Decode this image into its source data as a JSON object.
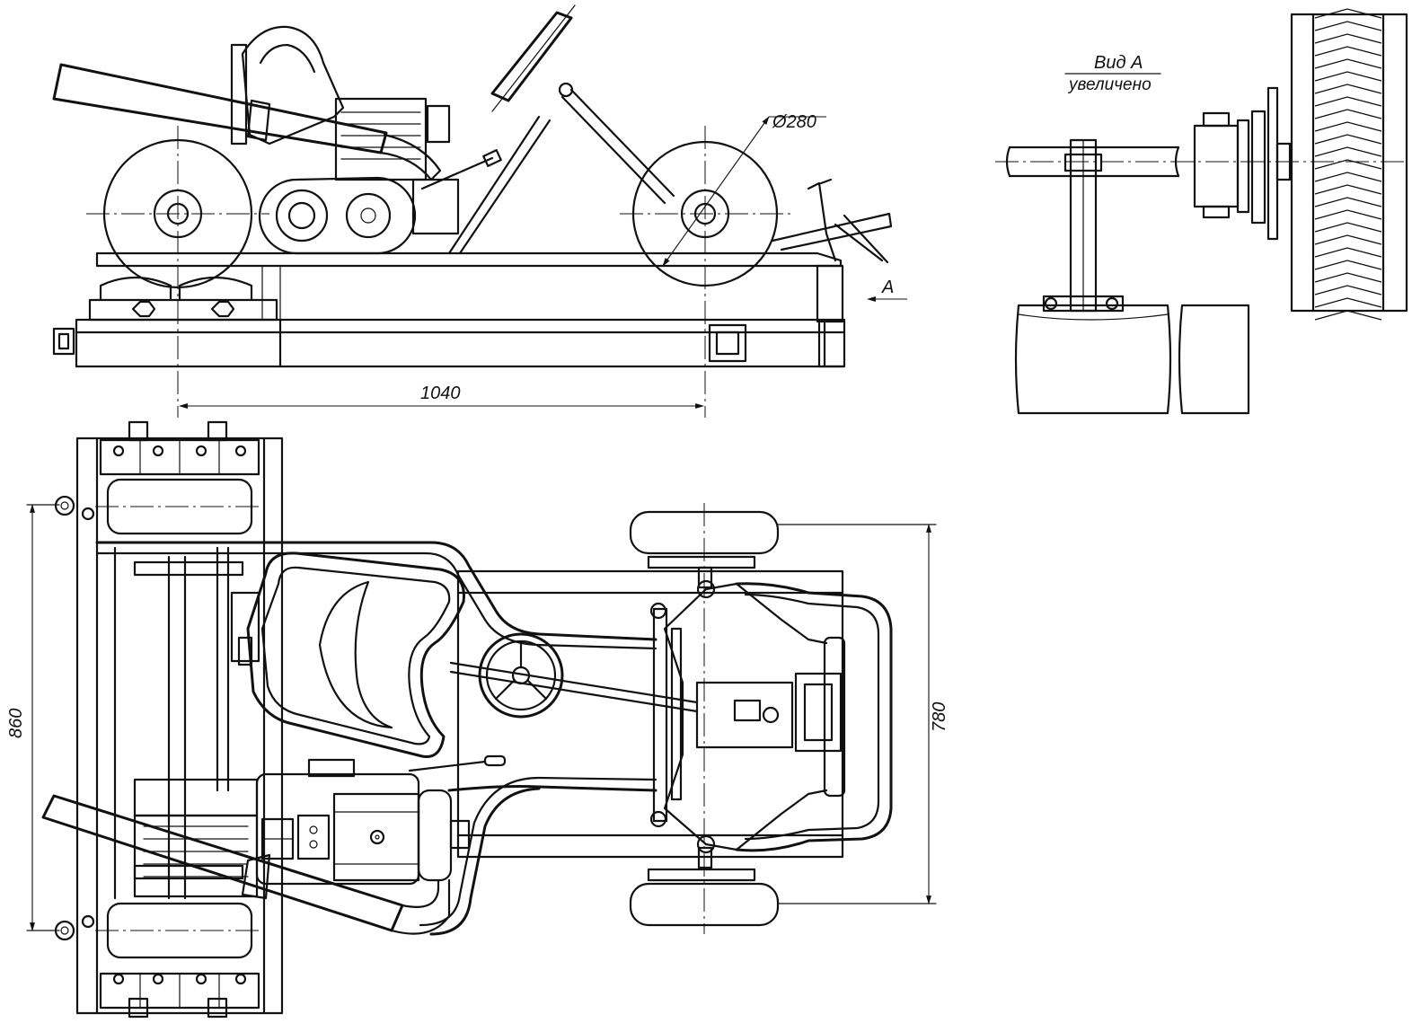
{
  "labels": {
    "view_title": "Вид А",
    "view_subtitle": "увеличено",
    "wheel_diameter": "Ø280",
    "wheelbase": "1040",
    "view_arrow": "A",
    "stand_width": "860",
    "track_width": "780"
  }
}
